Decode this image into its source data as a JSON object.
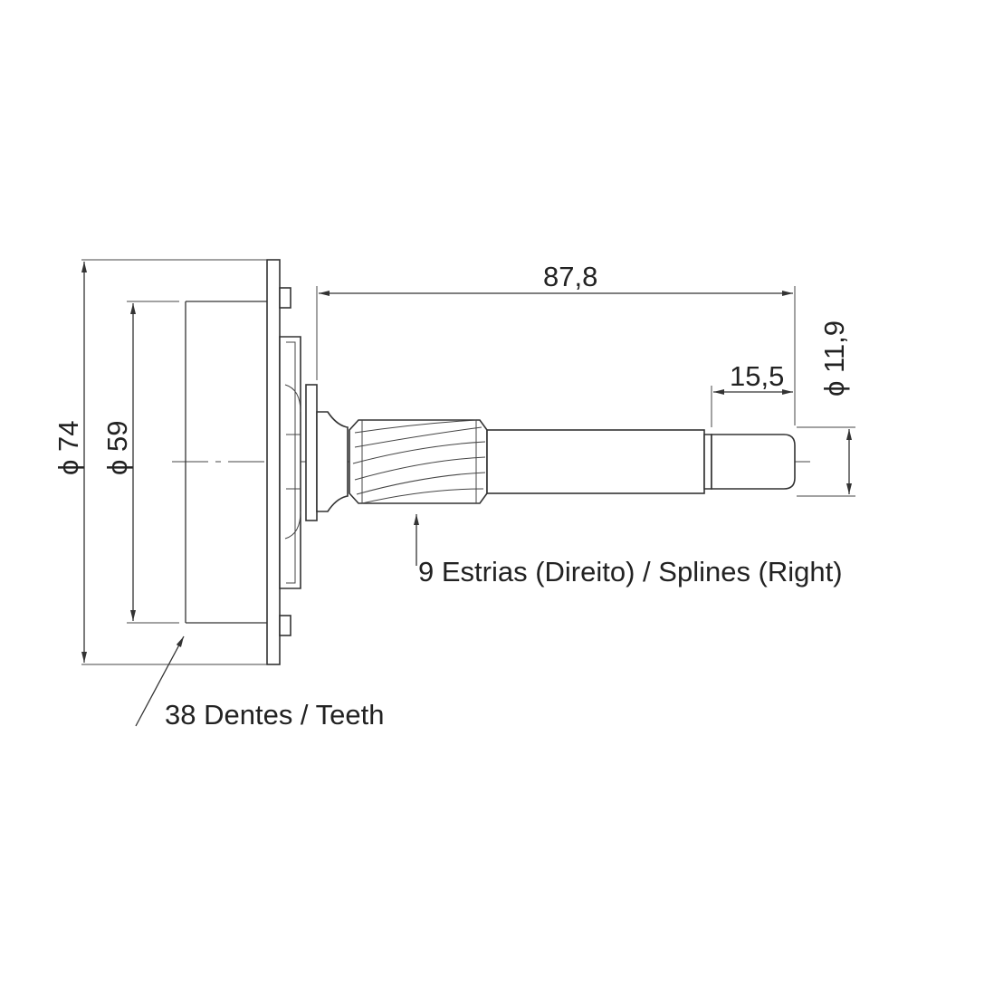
{
  "dimensions": {
    "outer_diameter": "ϕ 74",
    "ring_diameter": "ϕ 59",
    "overall_length": "87,8",
    "end_length": "15,5",
    "shaft_diameter": "ϕ 11,9"
  },
  "notes": {
    "splines": "9 Estrias (Direito) / Splines (Right)",
    "teeth": "38 Dentes / Teeth"
  }
}
